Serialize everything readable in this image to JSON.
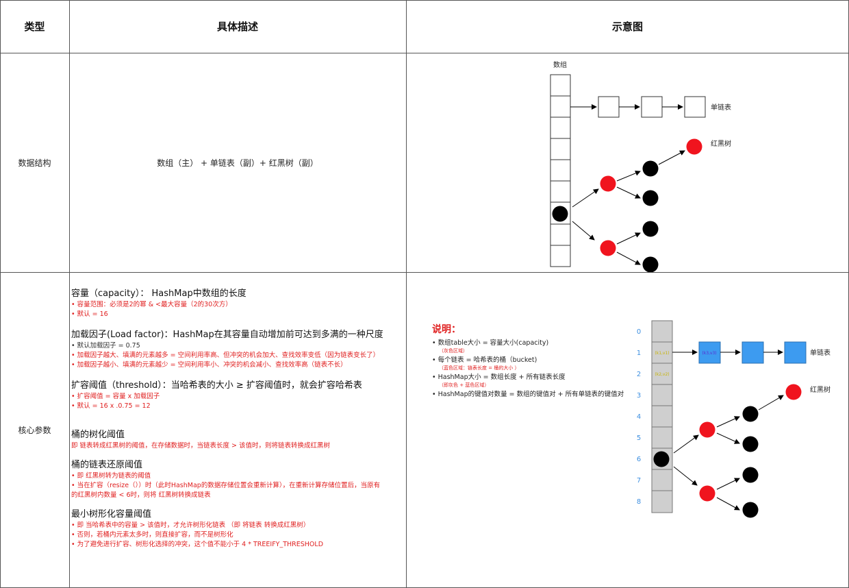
{
  "table": {
    "headers": {
      "type": "类型",
      "desc": "具体描述",
      "diagram": "示意图"
    },
    "row1": {
      "type": "数据结构",
      "desc": "数组（主） + 单链表（副）+ 红黑树（副）"
    },
    "row2": {
      "type": "核心参数"
    }
  },
  "diagram1": {
    "array_label": "数组",
    "list_label": "单链表",
    "tree_label": "红黑树"
  },
  "params": {
    "capacity": {
      "heading": "容量（capacity）：  HashMap中数组的长度",
      "items": [
        "• 容量范围：必须是2的幂 & <最大容量（2的30次方）",
        "• 默认 = 16"
      ]
    },
    "load_factor": {
      "heading": "加载因子(Load factor)：HashMap在其容量自动增加前可达到多满的一种尺度",
      "default": "• 默认加载因子 = 0.75",
      "items": [
        "• 加载因子越大、填满的元素越多 = 空间利用率高、但冲突的机会加大、查找效率变低（因为链表变长了）",
        "• 加载因子越小、填满的元素越少 = 空间利用率小、冲突的机会减小、查找效率高（链表不长）"
      ]
    },
    "threshold": {
      "heading": "扩容阈值（threshold）：当哈希表的大小 ≥ 扩容阈值时，就会扩容哈希表",
      "items": [
        "• 扩容阈值 = 容量 x 加载因子",
        "• 默认 = 16 x .0.75 = 12"
      ]
    },
    "treeify": {
      "heading": "桶的树化阈值",
      "items": [
        "即 链表转成红黑树的阈值，在存储数据时，当链表长度 > 该值时，则将链表转换成红黑树"
      ]
    },
    "untreeify": {
      "heading": "桶的链表还原阈值",
      "items": [
        "• 即 红黑树转为链表的阈值",
        "• 当在扩容（resize（））时（此时HashMap的数据存储位置会重新计算），在重新计算存储位置后，当原有",
        "的红黑树内数量 < 6时，则将 红黑树转换成链表"
      ]
    },
    "min_capacity": {
      "heading": "最小树形化容量阈值",
      "items": [
        "• 即 当哈希表中的容量 > 该值时，才允许树形化链表 （即 将链表 转换成红黑树）",
        "• 否则，若桶内元素太多时，则直接扩容，而不是树形化",
        "• 为了避免进行扩容、树形化选择的冲突，这个值不能小于 4 * TREEIFY_THRESHOLD"
      ]
    }
  },
  "diagram2": {
    "title": "说明：",
    "notes": [
      {
        "text": "• 数组table大小 = 容量大小(capacity)",
        "sub": "（灰色区域）"
      },
      {
        "text": "• 每个链表 = 哈希表的桶（bucket)",
        "sub": "（蓝色区域：链表长度 = 桶的大小 ）"
      },
      {
        "text": "• HashMap大小 = 数组长度 + 所有链表长度",
        "sub": "（即灰色 + 蓝色区域）"
      },
      {
        "text": "• HashMap的键值对数量 = 数组的键值对 + 所有单链表的键值对",
        "sub": ""
      }
    ],
    "indices": [
      "0",
      "1",
      "2",
      "3",
      "4",
      "5",
      "6",
      "7",
      "8"
    ],
    "cell1": "(k1,v1)",
    "cell2": "(k2,v2)",
    "node1": "(k3,v3)",
    "list_label": "单链表",
    "tree_label": "红黑树",
    "colors": {
      "gray": "#cfcfcf",
      "blue": "#3d9bf0",
      "red": "#f0141e",
      "black": "#000000",
      "index_blue": "#3d8fe0"
    }
  }
}
